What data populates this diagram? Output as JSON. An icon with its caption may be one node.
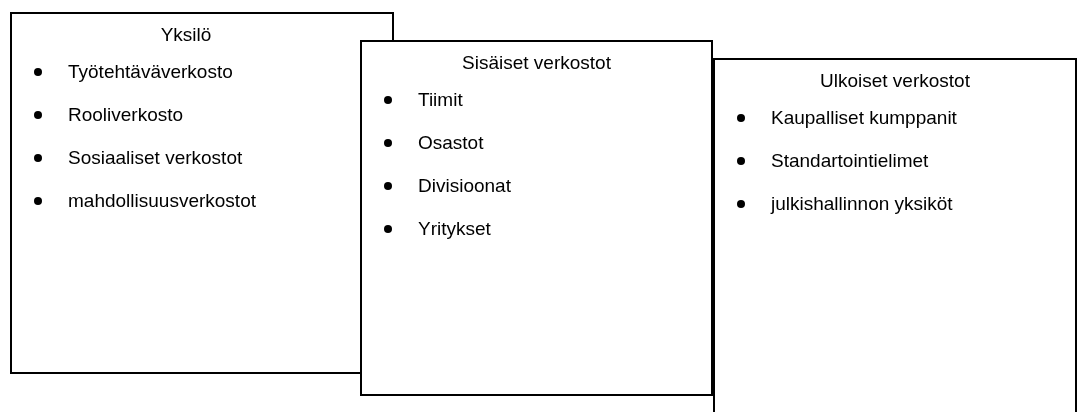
{
  "diagram": {
    "nodes": [
      {
        "text": [
          "Yksilö",
          "Työtehtäväverkosto",
          "Rooliverkosto",
          "Sosiaaliset verkostot",
          "mahdollisuusverkostot"
        ]
      },
      {
        "text": [
          "Sisäiset verkostot",
          "Tiimit",
          "Osastot",
          "Divisioonat",
          "Yritykset"
        ]
      },
      {
        "text": [
          "Ulkoiset verkostot",
          "Kaupalliset kumppanit",
          "Standartointielimet",
          "julkishallinnon yksiköt"
        ]
      }
    ]
  }
}
